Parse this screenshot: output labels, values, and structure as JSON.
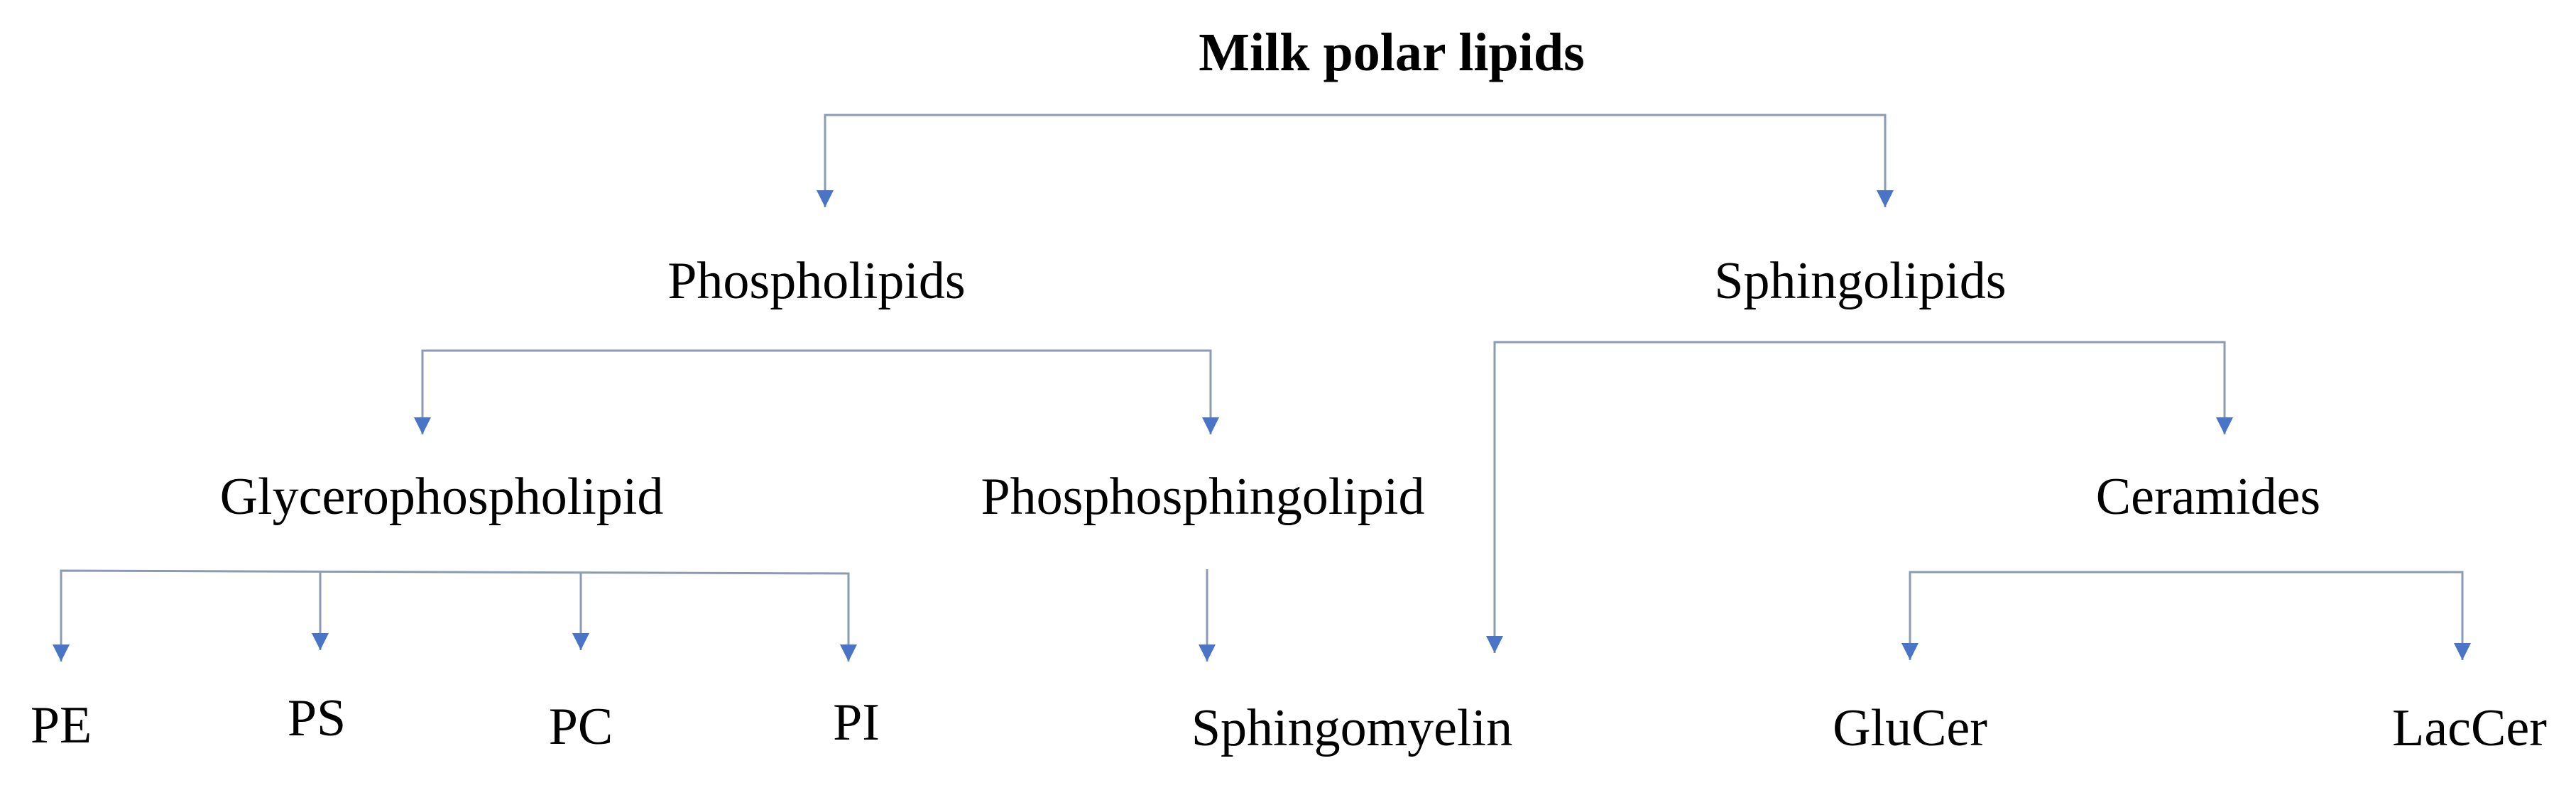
{
  "diagram": {
    "title": "Milk polar lipids",
    "line_color": "#8C9BB5",
    "arrow_color": "#4A74C6",
    "nodes": {
      "milk_polar_lipids": "Milk polar lipids",
      "phospholipids": "Phospholipids",
      "sphingolipids": "Sphingolipids",
      "glycerophospholipid": "Glycerophospholipid",
      "phosphosphingolipid": "Phosphosphingolipid",
      "ceramides": "Ceramides",
      "pe": "PE",
      "ps": "PS",
      "pc": "PC",
      "pi": "PI",
      "sphingomyelin": "Sphingomyelin",
      "glucer": "GluCer",
      "laccer": "LacCer"
    },
    "edges": [
      {
        "from": "milk_polar_lipids",
        "to": "phospholipids"
      },
      {
        "from": "milk_polar_lipids",
        "to": "sphingolipids"
      },
      {
        "from": "phospholipids",
        "to": "glycerophospholipid"
      },
      {
        "from": "phospholipids",
        "to": "phosphosphingolipid"
      },
      {
        "from": "sphingolipids",
        "to": "sphingomyelin"
      },
      {
        "from": "sphingolipids",
        "to": "ceramides"
      },
      {
        "from": "glycerophospholipid",
        "to": "pe"
      },
      {
        "from": "glycerophospholipid",
        "to": "ps"
      },
      {
        "from": "glycerophospholipid",
        "to": "pc"
      },
      {
        "from": "glycerophospholipid",
        "to": "pi"
      },
      {
        "from": "phosphosphingolipid",
        "to": "sphingomyelin"
      },
      {
        "from": "ceramides",
        "to": "glucer"
      },
      {
        "from": "ceramides",
        "to": "laccer"
      }
    ]
  }
}
